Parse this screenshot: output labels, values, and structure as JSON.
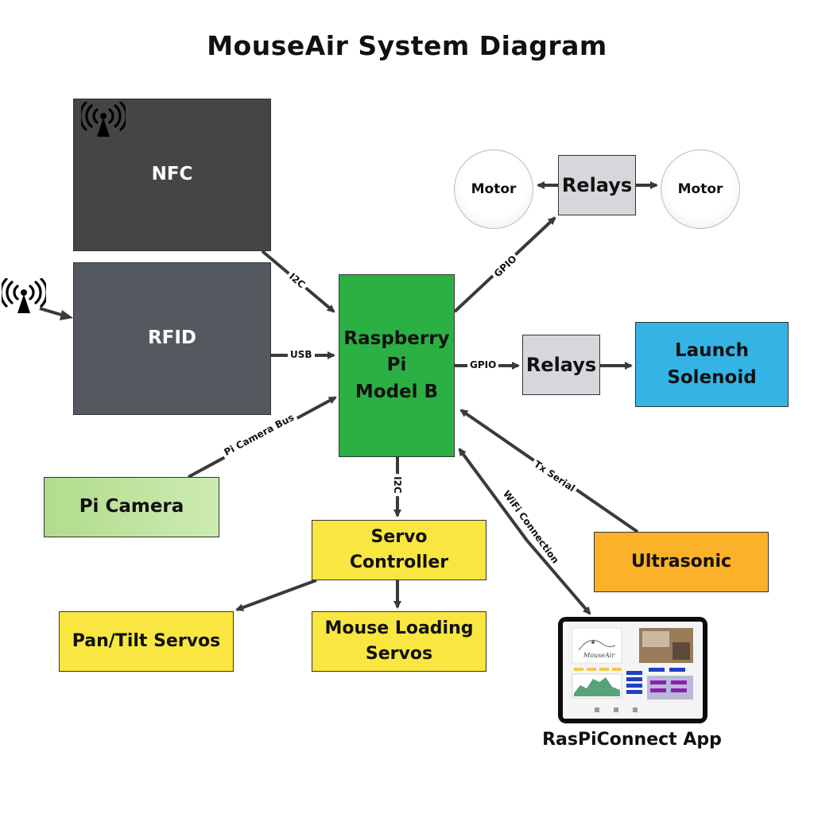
{
  "title": "MouseAir System Diagram",
  "nodes": {
    "nfc": "NFC",
    "rfid": "RFID",
    "rpi": [
      "Raspberry",
      "Pi",
      "Model B"
    ],
    "relays_top": "Relays",
    "relays_mid": "Relays",
    "motor_left": "Motor",
    "motor_right": "Motor",
    "launch": [
      "Launch",
      "Solenoid"
    ],
    "camera": "Pi Camera",
    "servo": [
      "Servo",
      "Controller"
    ],
    "pantilt": "Pan/Tilt Servos",
    "loading": [
      "Mouse Loading",
      "Servos"
    ],
    "ultrasonic": "Ultrasonic",
    "app": "RasPiConnect App"
  },
  "edges": {
    "nfc_rpi": "I2C",
    "rfid_rpi": "USB",
    "camera_rpi": "Pi Camera Bus",
    "rpi_relays_top": "GPIO",
    "rpi_relays_mid": "GPIO",
    "rpi_servo": "I2C",
    "rpi_app": "WiFi Connection",
    "ultra_rpi": "Tx Serial"
  },
  "app_screen": {
    "logo_text": "MouseAir"
  },
  "colors": {
    "nfc": "#454545",
    "rfid": "#545960",
    "rpi": "#2bb043",
    "relays": "#d5d7db",
    "launch": "#33b4e5",
    "camera": "#b1dc8c",
    "servo": "#f9e640",
    "ultrasonic": "#fbb12a",
    "arrow": "#3a3a3a"
  },
  "icons": [
    "wireless-antenna-icon",
    "wireless-antenna-icon"
  ]
}
